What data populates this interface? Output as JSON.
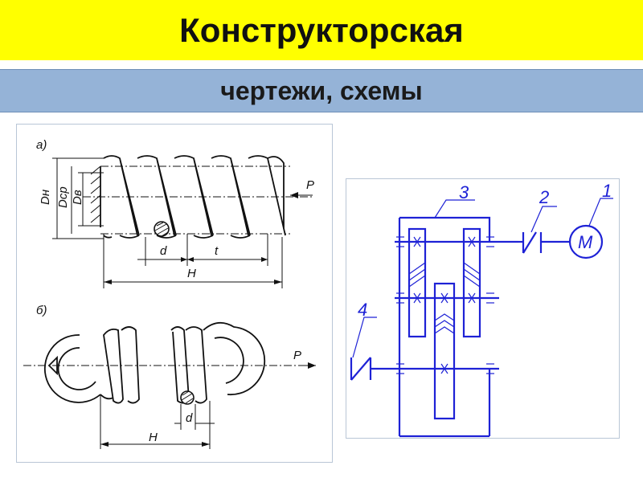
{
  "title": "Конструкторская",
  "subtitle": "чертежи, схемы",
  "spring_drawing": {
    "view_a_label": "а)",
    "view_b_label": "б)",
    "dim_outer": "Dн",
    "dim_mean": "Dср",
    "dim_inner": "Dв",
    "force_label": "P",
    "wire_label": "d",
    "pitch_label": "t",
    "length_label": "H"
  },
  "kinematic_scheme": {
    "labels": [
      "3",
      "2",
      "1",
      "4"
    ],
    "motor_label": "M"
  }
}
